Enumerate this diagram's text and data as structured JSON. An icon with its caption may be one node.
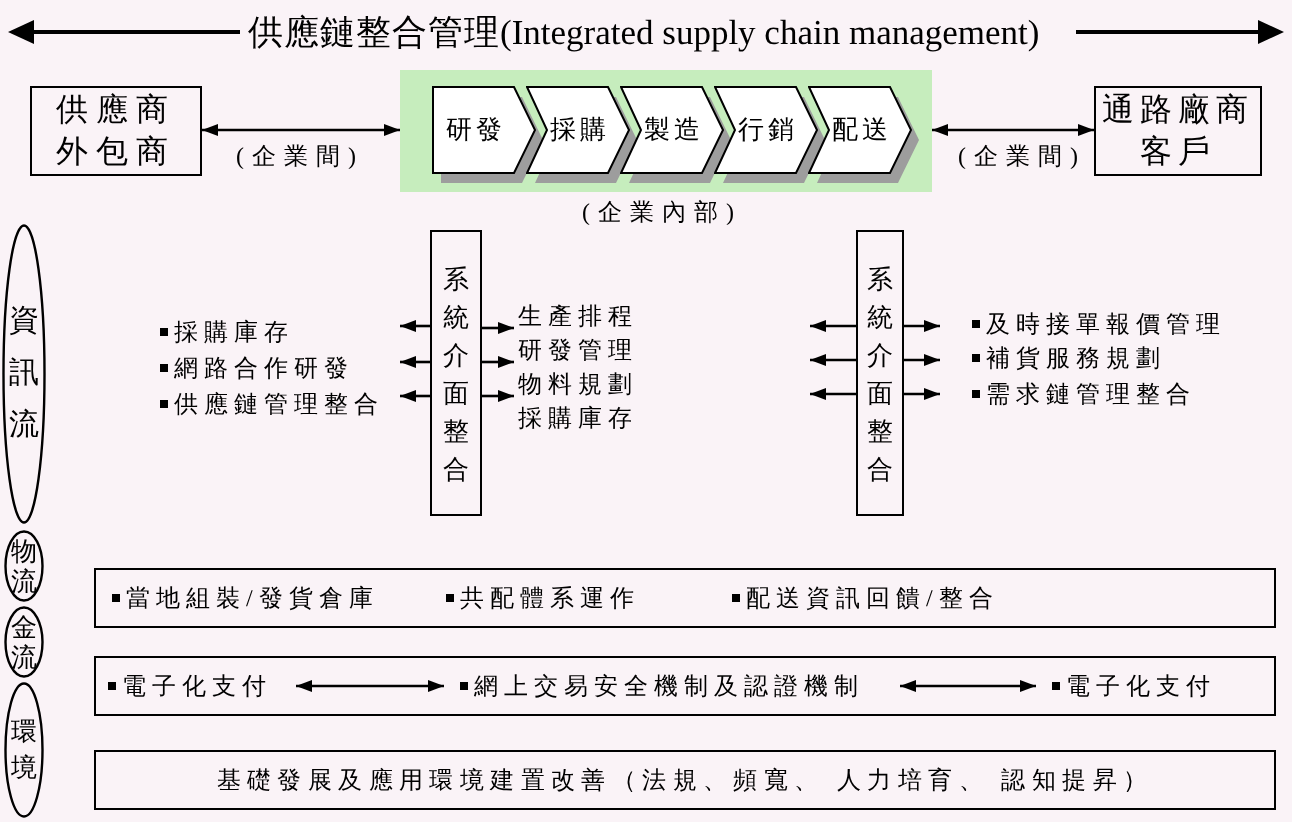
{
  "diagram": {
    "title": "供應鏈整合管理(Integrated supply chain management)",
    "nodes": [
      {
        "text": [
          "供應商外包商"
        ]
      },
      {
        "text": [],
        "shape": "box",
        "beside": [
          "(企業內部)"
        ]
      },
      {
        "text": [
          "研發"
        ],
        "in": 1
      },
      {
        "text": [
          "採購"
        ],
        "in": 1
      },
      {
        "text": [
          "製造"
        ],
        "in": 1
      },
      {
        "text": [
          "行銷"
        ],
        "in": 1
      },
      {
        "text": [
          "配送"
        ],
        "in": 1
      },
      {
        "text": [
          "通路廠商客戶"
        ]
      },
      {
        "text": [
          "資訊流"
        ]
      },
      {
        "text": [
          "系統介面整合"
        ]
      },
      {
        "text": [
          "採購庫存",
          "網路合作研發",
          "供應鏈管理整合"
        ]
      },
      {
        "text": [
          "生產排程",
          "研發管理",
          "物料規劃",
          "採購庫存"
        ]
      },
      {
        "text": [
          "系統介面整合"
        ]
      },
      {
        "text": [
          "及時接單報價管理",
          "補貨服務規劃",
          "需求鏈管理整合"
        ]
      },
      {
        "text": [
          "物流"
        ]
      },
      {
        "text": [
          "當地組裝/發貨倉庫",
          "共配體系運作",
          "配送資訊回饋/整合"
        ]
      },
      {
        "text": [
          "金流"
        ]
      },
      {
        "text": [],
        "shape": "box"
      },
      {
        "text": [
          "電子化支付"
        ],
        "in": 17
      },
      {
        "text": [
          "網上交易安全機制及認證機制"
        ],
        "in": 17
      },
      {
        "text": [
          "電子化支付"
        ],
        "in": 17
      },
      {
        "text": [
          "環境"
        ]
      },
      {
        "text": [
          "基礎發展及應用環境建置改善（法規、頻寬、 人力培育、 認知提昇）"
        ]
      }
    ],
    "edges": [
      {
        "from": 0,
        "to": 1,
        "arrow": "both",
        "label": "(企業間)"
      },
      {
        "from": 1,
        "to": 7,
        "arrow": "both",
        "label": "(企業間)"
      },
      {
        "from": 9,
        "to": 10,
        "arrow": "to"
      },
      {
        "from": 9,
        "to": 10,
        "arrow": "to"
      },
      {
        "from": 9,
        "to": 10,
        "arrow": "to"
      },
      {
        "from": 9,
        "to": 11,
        "arrow": "to"
      },
      {
        "from": 9,
        "to": 11,
        "arrow": "to"
      },
      {
        "from": 9,
        "to": 11,
        "arrow": "to"
      },
      {
        "from": 12,
        "to": null,
        "arrow": "to"
      },
      {
        "from": 12,
        "to": null,
        "arrow": "to"
      },
      {
        "from": 12,
        "to": null,
        "arrow": "to"
      },
      {
        "from": 12,
        "to": 13,
        "arrow": "to"
      },
      {
        "from": 12,
        "to": 13,
        "arrow": "to"
      },
      {
        "from": 12,
        "to": 13,
        "arrow": "to"
      },
      {
        "from": 18,
        "to": 19,
        "arrow": "both"
      },
      {
        "from": 19,
        "to": 20,
        "arrow": "both"
      }
    ]
  }
}
